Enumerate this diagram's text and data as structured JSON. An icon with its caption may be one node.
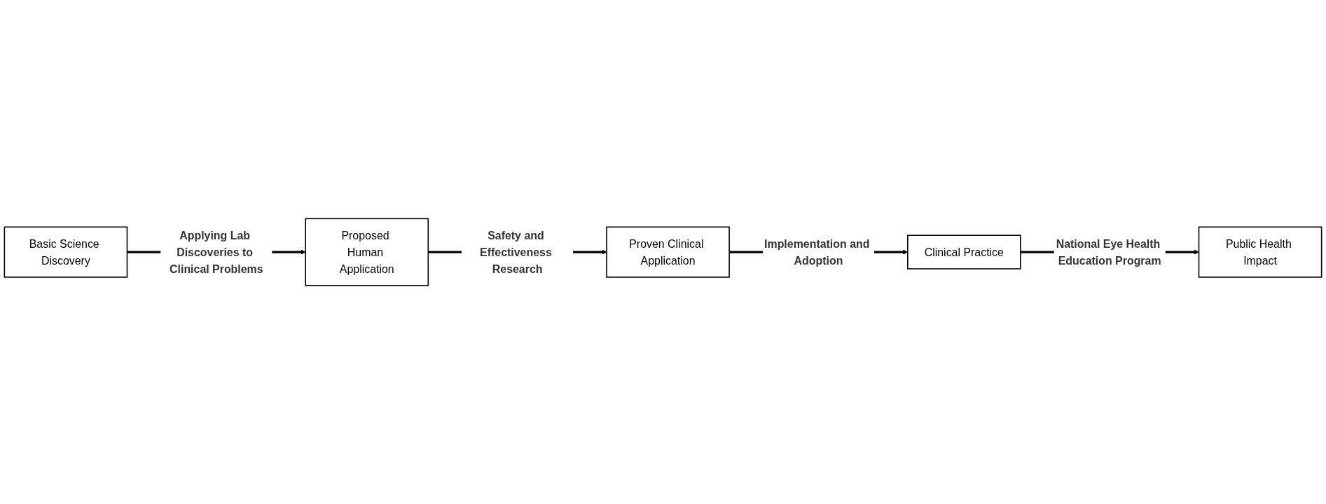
{
  "diagram": {
    "nodes": [
      {
        "text": [
          "Basic Science Discovery"
        ]
      },
      {
        "text": [
          "Proposed Human Application"
        ]
      },
      {
        "text": [
          "Proven Clinical Application"
        ]
      },
      {
        "text": [
          "Clinical Practice"
        ]
      },
      {
        "text": [
          "Public Health Impact"
        ]
      }
    ],
    "edges": [
      {
        "from": 0,
        "to": 1,
        "arrow": "to",
        "label": "Applying Lab Discoveries to Clinical Problems"
      },
      {
        "from": 1,
        "to": 2,
        "arrow": "to",
        "label": "Safety and Effectiveness Research"
      },
      {
        "from": 2,
        "to": 3,
        "arrow": "to",
        "label": "Implementation and Adoption"
      },
      {
        "from": 3,
        "to": 4,
        "arrow": "to",
        "label": "National Eye Health Education Program"
      }
    ]
  }
}
